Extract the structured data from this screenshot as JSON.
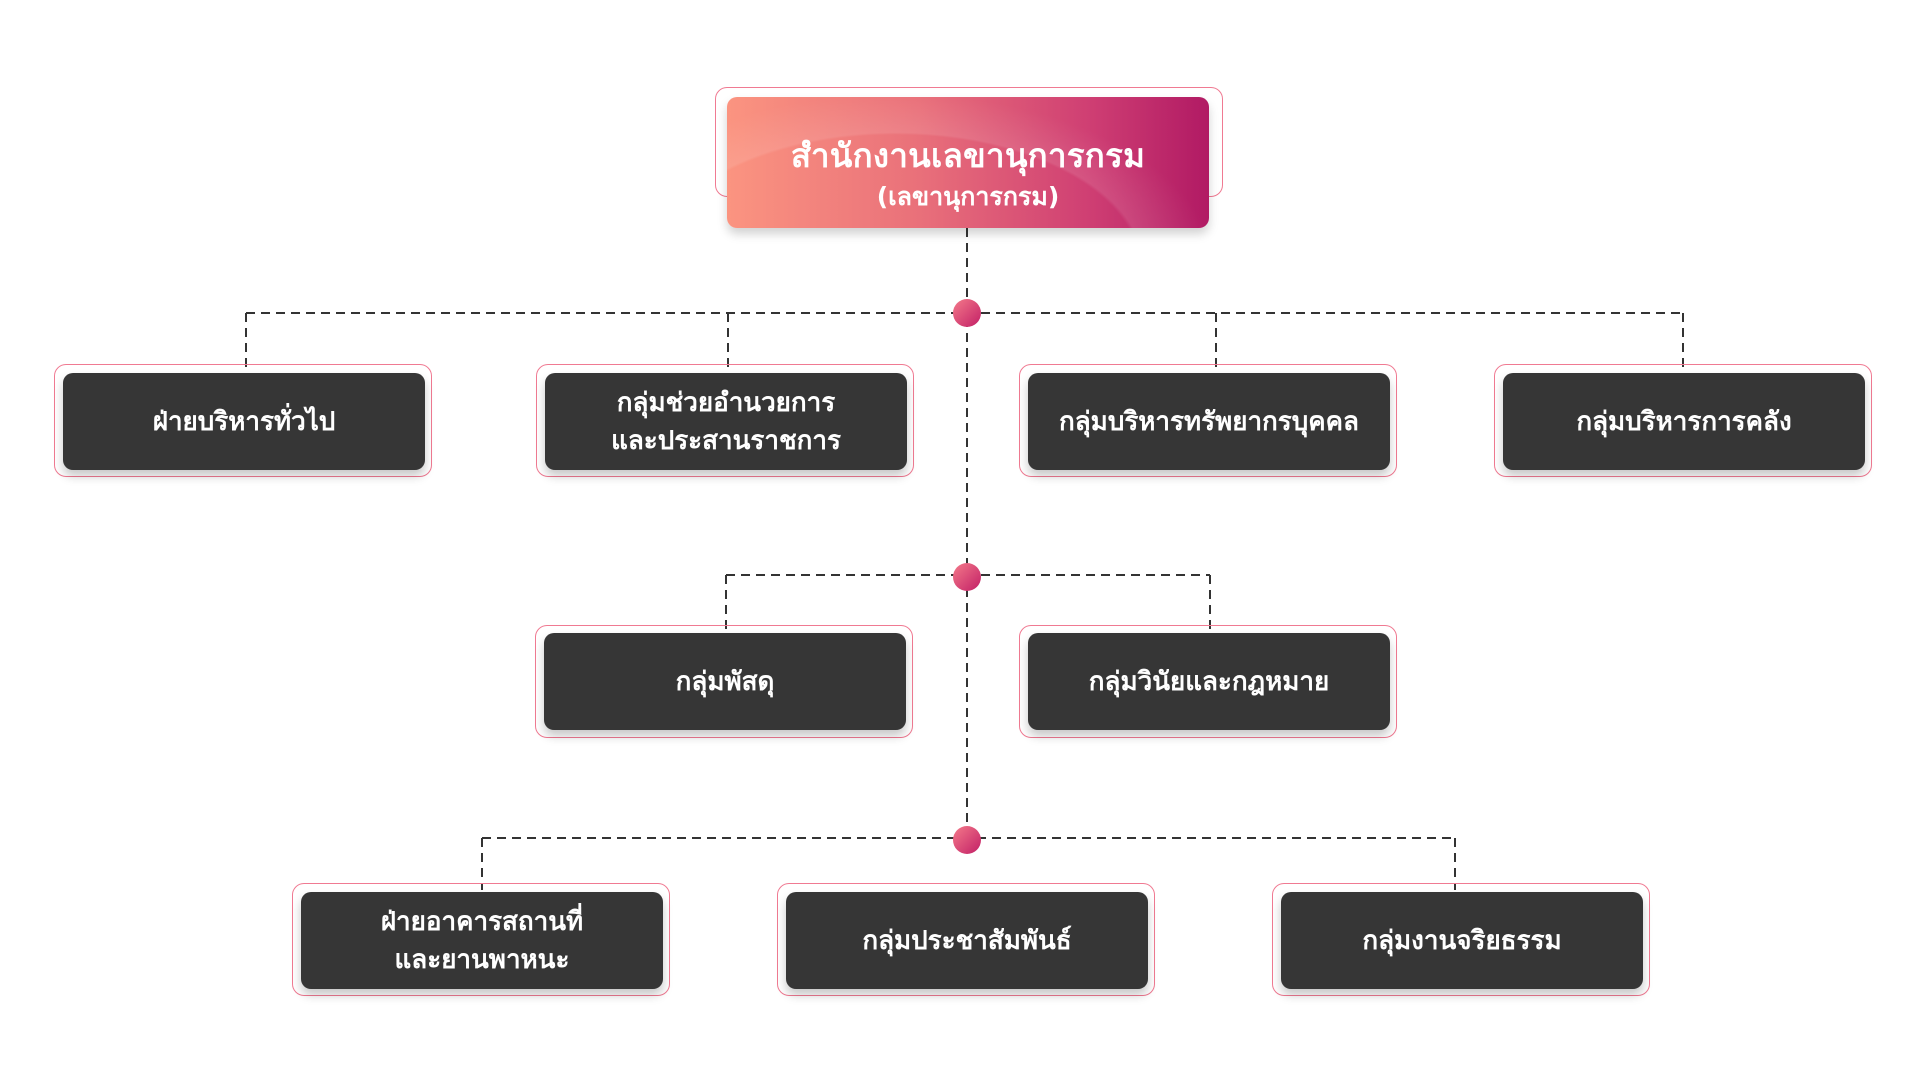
{
  "colors": {
    "accent_start": "#fb9480",
    "accent_end": "#b11a64",
    "box_fill": "#363636",
    "outline": "#f07a92",
    "connector": "#333333"
  },
  "top": {
    "title": "สำนักงานเลขานุการกรม",
    "subtitle": "(เลขานุการกรม)"
  },
  "row1": [
    {
      "lines": [
        "ฝ่ายบริหารทั่วไป"
      ]
    },
    {
      "lines": [
        "กลุ่มช่วยอำนวยการ",
        "และประสานราชการ"
      ]
    },
    {
      "lines": [
        "กลุ่มบริหารทรัพยากรบุคคล"
      ]
    },
    {
      "lines": [
        "กลุ่มบริหารการคลัง"
      ]
    }
  ],
  "row2": [
    {
      "lines": [
        "กลุ่มพัสดุ"
      ]
    },
    {
      "lines": [
        "กลุ่มวินัยและกฎหมาย"
      ]
    }
  ],
  "row3": [
    {
      "lines": [
        "ฝ่ายอาคารสถานที่",
        "และยานพาหนะ"
      ]
    },
    {
      "lines": [
        "กลุ่มประชาสัมพันธ์"
      ]
    },
    {
      "lines": [
        "กลุ่มงานจริยธรรม"
      ]
    }
  ]
}
